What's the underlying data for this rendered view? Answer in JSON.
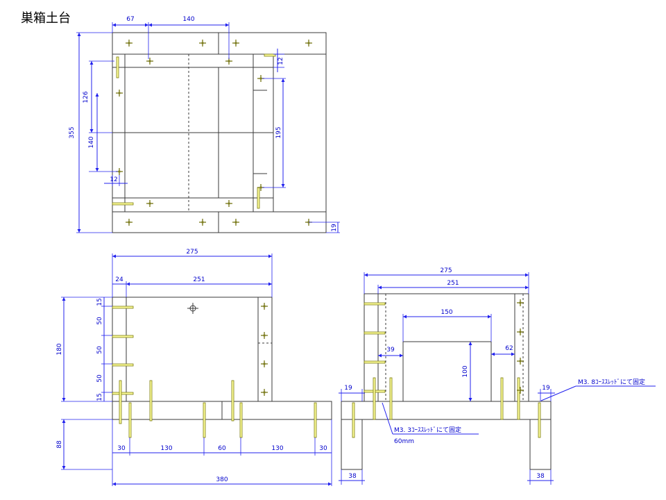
{
  "title": "巣箱土台",
  "top_view": {
    "dims": {
      "w67": "67",
      "w140": "140",
      "h355": "355",
      "h126": "126",
      "h140": "140",
      "w12": "12",
      "h195": "195",
      "h12": "12",
      "h19": "19"
    }
  },
  "front_view": {
    "dims": {
      "w275": "275",
      "w24": "24",
      "w251": "251",
      "h180": "180",
      "h88": "88",
      "v15a": "15",
      "v50a": "50",
      "v50b": "50",
      "v50c": "50",
      "v15b": "15",
      "b30a": "30",
      "b130a": "130",
      "b60": "60",
      "b130b": "130",
      "b30b": "30",
      "w380": "380"
    }
  },
  "side_view": {
    "dims": {
      "w275": "275",
      "w251": "251",
      "w150": "150",
      "w39": "39",
      "h100": "100",
      "w62": "62",
      "w19a": "19",
      "w19b": "19",
      "w38a": "38",
      "w38b": "38"
    },
    "notes": {
      "screw_a": "M3. 8ｺｰｽｽﾚｯﾄﾞにて固定",
      "screw_b": "M3. 3ｺｰｽｽﾚｯﾄﾞにて固定",
      "screw_b_len": "60mm"
    }
  }
}
